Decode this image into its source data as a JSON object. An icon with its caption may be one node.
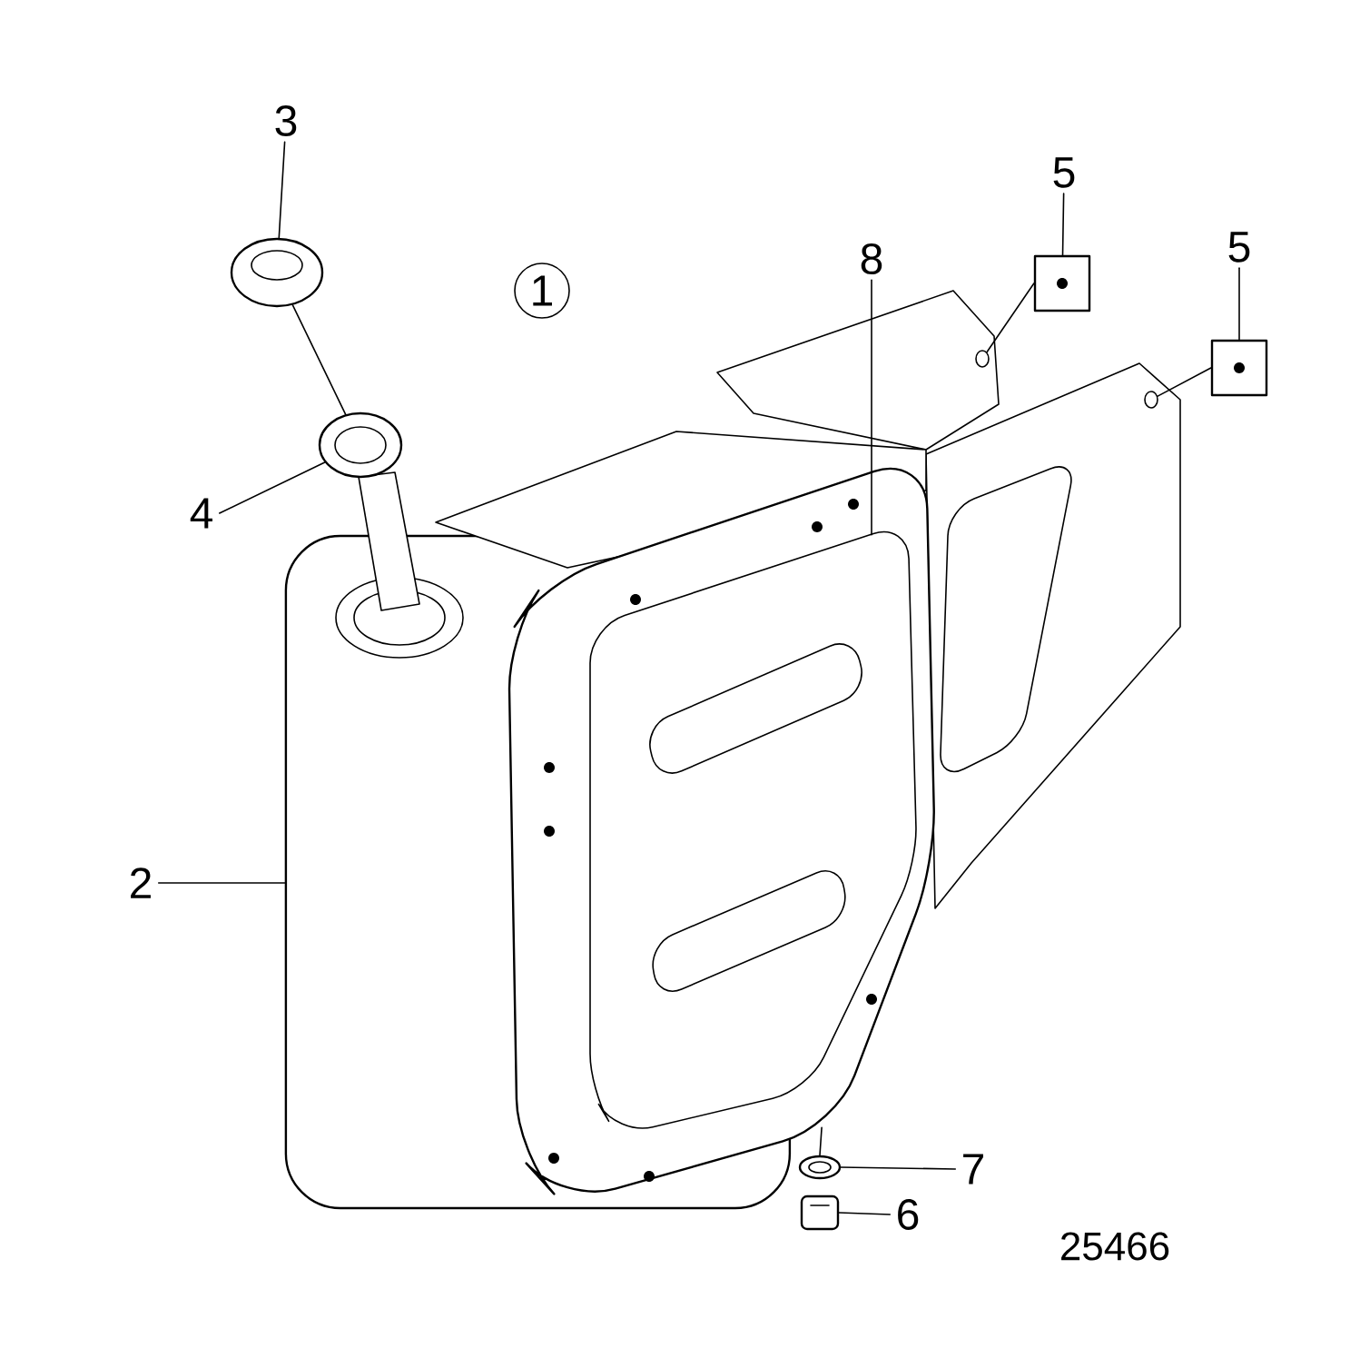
{
  "diagram": {
    "nodes": [
      {
        "text": [
          "1"
        ]
      },
      {
        "text": [
          "2"
        ]
      },
      {
        "text": [
          "3"
        ]
      },
      {
        "text": [
          "4"
        ]
      },
      {
        "text": [
          "5"
        ]
      },
      {
        "text": [
          "5"
        ]
      },
      {
        "text": [
          "6"
        ]
      },
      {
        "text": [
          "7"
        ]
      },
      {
        "text": [
          "8"
        ]
      },
      {
        "text": [],
        "shape": "picture"
      },
      {
        "text": [],
        "shape": "picture"
      },
      {
        "text": [],
        "shape": "picture"
      },
      {
        "text": [],
        "shape": "picture"
      },
      {
        "text": [],
        "shape": "picture"
      },
      {
        "text": [],
        "shape": "picture"
      },
      {
        "text": [],
        "shape": "picture"
      },
      {
        "text": [],
        "shape": "picture"
      },
      {
        "text": [],
        "shape": "picture"
      }
    ],
    "edges": [
      {
        "from": 1,
        "to": 9,
        "arrow": "none"
      },
      {
        "from": 2,
        "to": 10,
        "arrow": "none"
      },
      {
        "from": 3,
        "to": 11,
        "arrow": "none"
      },
      {
        "from": 4,
        "to": 12,
        "arrow": "none"
      },
      {
        "from": 5,
        "to": 13,
        "arrow": "none"
      },
      {
        "from": 6,
        "to": 14,
        "arrow": "none"
      },
      {
        "from": 7,
        "to": 15,
        "arrow": "none"
      },
      {
        "from": 8,
        "to": 9,
        "arrow": "none"
      },
      {
        "from": 10,
        "to": 11,
        "arrow": "none"
      },
      {
        "from": 12,
        "to": 16,
        "arrow": "none"
      },
      {
        "from": 13,
        "to": 17,
        "arrow": "none"
      },
      {
        "from": 15,
        "to": 9,
        "arrow": "none"
      }
    ],
    "labels": [
      "25466"
    ]
  }
}
